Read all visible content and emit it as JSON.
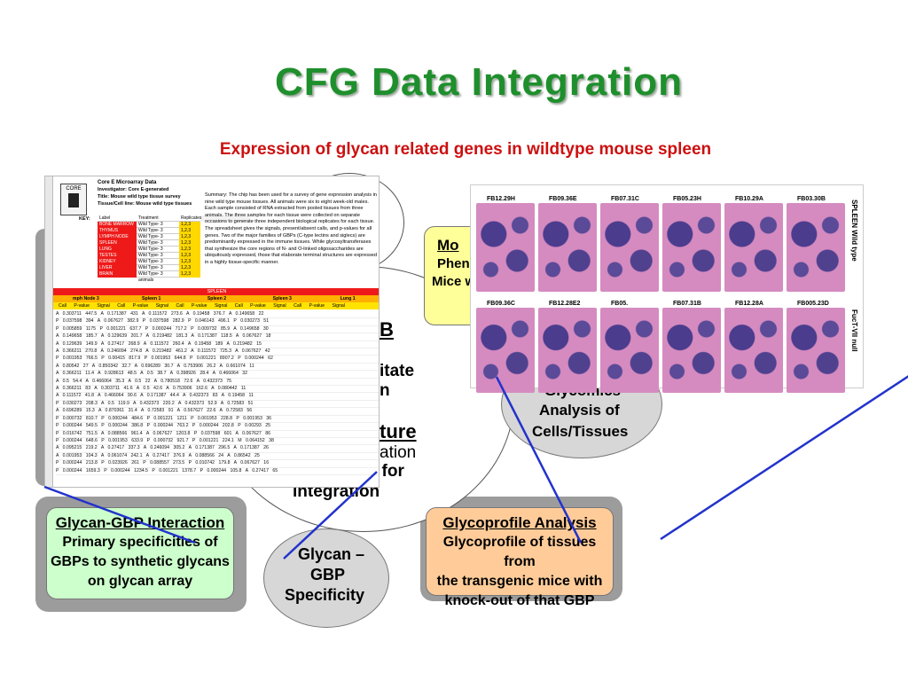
{
  "title": "CFG Data Integration",
  "subtitle": "Expression of glycan related genes in wildtype mouse spleen",
  "circle_text": {
    "b_fragment": "B",
    "itate_fragment": "itate",
    "n_fragment": "n",
    "ture_fragment": "ture",
    "ation_fragment": "ation",
    "for_fragment": "/ for",
    "integration": "integration"
  },
  "mouse_box": {
    "line1": "Mo",
    "line2": "Phen",
    "line3": "Mice w"
  },
  "glycomics_oval": {
    "partial": "Glycomics",
    "line2": "Analysis of",
    "line3": "Cells/Tissues"
  },
  "glycan_gbp_box": {
    "heading": "Glycan-GBP Interaction",
    "body": [
      "Primary specificities of",
      "GBPs to synthetic glycans",
      "on glycan array"
    ]
  },
  "specificity_oval": {
    "lines": [
      "Glycan –",
      "GBP",
      "Specificity"
    ]
  },
  "glycoprofile_box": {
    "heading": "Glycoprofile Analysis",
    "body": [
      "Glycoprofile of tissues from",
      "the transgenic mice with",
      "knock-out of that GBP"
    ]
  },
  "spreadsheet": {
    "header_title": "Core E Microarray Data",
    "investigator": "Investigator:  Core E-generated",
    "title_line": "Title:  Mouse wild type tissue survey",
    "tissue_line": "Tissue/Cell line:  Mouse wild type tissues",
    "key_label": "KEY:",
    "key_headers": [
      "Label",
      "Treatment",
      "Replicates"
    ],
    "key_rows": [
      [
        "BONE MARROW",
        "Wild Type- 3 animals",
        "1,2,3"
      ],
      [
        "THYMUS",
        "Wild Type- 3 animals",
        "1,2,3"
      ],
      [
        "LYMPH NODE",
        "Wild Type- 3 animals",
        "1,2,3"
      ],
      [
        "SPLEEN",
        "Wild Type- 3 animals",
        "1,2,3"
      ],
      [
        "LUNG",
        "Wild Type- 3 animals",
        "1,2,3"
      ],
      [
        "TESTES",
        "Wild Type- 3 animals",
        "1,2,3"
      ],
      [
        "KIDNEY",
        "Wild Type- 3 animals",
        "1,2,3"
      ],
      [
        "LIVER",
        "Wild Type- 3 animals",
        "1,2,3"
      ],
      [
        "BRAIN",
        "Wild Type- 3 animals",
        "1,2,3"
      ]
    ],
    "summary": "Summary:  The chip has been used for a survey of gene expression analysis in nine wild type mouse tissues. All animals were six to eight week-old males. Each sample consisted of RNA extracted from pooled tissues from three animals. The three samples for each tissue were collected on separate occasions to generate three independent biological replicates for each tissue. The spreadsheet gives the signals, present/absent calls, and p-values for all genes. Two of the major families of GBPs (C-type lectins and siglecs) are predominantly expressed in the immune tissues. While glycosyltransferases that synthesize the core regions of N- and O-linked oligosaccharides are ubiquitously expressed, those that elaborate terminal structures are expressed in a highly tissue-specific manner.",
    "band_label": "SPLEEN",
    "group_headers": [
      "mph Node 3",
      "Spleen 1",
      "Spleen 2",
      "Spleen 3",
      "Lung 1"
    ],
    "column_headers": "Call  P-value  Signal  Call  P-value  Signal  Call  P-value  Signal  Call  P-value  Signal  Call  P-value  Signal",
    "rows": [
      "A  0.303711  447.5   A  0.171387  431    A  0.111572  273.6  A  0.19458  376.7  A  0.149658  22",
      "P  0.037598  394     A  0.067627  382.9  P  0.037598  282.9  P  0.046143  496.1  P  0.030273  51",
      "P  0.005859  1175    P  0.001221  637.7  P  0.000244  717.2  P  0.009732  85.9   A  0.149658  30",
      "A  0.149658  185.7   A  0.129639  201.7  A  0.219482  181.3  A  0.171387  118.5  A  0.067627  18",
      "A  0.129639  149.9   A  0.27417   268.9  A  0.111572  260.4  A  0.19458  189    A  0.219482  15",
      "A  0.366211  270.8   A  0.246094  274.8  A  0.219482  461.2  A  0.111572  725.3  A  0.067627  42",
      "P  0.001953  766.5   P  0.00415   817.9  P  0.001953  644.8  P  0.001221  8907.2 P  0.000244  62",
      "A  0.80542   27      A  0.850342  32.7   A  0.696289  30.7   A  0.753906  26.2   A  0.661074  11",
      "A  0.366211  11.4    A  0.928613  48.5   A  0.5      38.7   A  0.398926  28.4   A  0.466064  32",
      "A  0.5       54.4    A  0.466064  35.3   A  0.5      22     A  0.780518  72.6   A  0.432373  75",
      "A  0.366211  83      A  0.303711  41.6   A  0.5      42.6   A  0.753906  162.6  A  0.080442  11",
      "A  0.111572  41.8    A  0.466064  90.6   A  0.171387  44.4   A  0.432373  83    A  0.19458  11",
      "P  0.030273  208.3   A  0.5       119.9  A  0.432373  220.2  A  0.432373  52.9   A  0.72583  51",
      "A  0.696289  15.3    A  0.870361  31.4   A  0.72583  91     A  0.567627  22.6   A  0.72583  56",
      "P  0.000732  810.7   P  0.000244  484.6  P  0.001221  1211   P  0.001953  228.8  P  0.001953  36",
      "P  0.000244  549.5   P  0.000244  386.8  P  0.000244  763.2  P  0.000244  202.8  P  0.00293  25",
      "P  0.016742  751.5   A  0.088566  961.4  A  0.067627  1203.8 P  0.037598  601   A  0.067627  86",
      "P  0.000244  648.6   P  0.001953  633.9  P  0.000732  921.7  P  0.001221  224.1  M  0.064152  38",
      "A  0.095215  219.2   A  0.27417   337.3  A  0.246094  305.2  A  0.171387  296.5  A  0.171387  26",
      "A  0.001953  104.3   A  0.061074  242.1  A  0.27417  376.9  A  0.088566  24     A  0.86542  25",
      "P  0.000244  213.8   P  0.023926  261    P  0.088557  273.5  P  0.010742  179.8  A  0.067627  16",
      "P  0.000244  1659.3  P  0.000244  1234.5 P  0.001221  1378.7 P  0.000244  105.8  A  0.27417  65"
    ]
  },
  "histology": {
    "top_labels": [
      "FB12.29H",
      "FB09.36E",
      "FB07.31C",
      "FB05.23H",
      "FB10.29A",
      "FB03.30B"
    ],
    "bottom_labels": [
      "FB09.36C",
      "FB12.28E2",
      "FB05.",
      "FB07.31B",
      "FB12.28A",
      "FB005.23D"
    ],
    "side_label_top": "SPLEEN Wild type",
    "side_label_bottom": "FucT-VII null"
  },
  "colors": {
    "title": "#1e8f2c",
    "subtitle": "#cc1010",
    "mouse_box": "#ffff99",
    "glycan_box": "#ccffcc",
    "glycoprofile_box": "#ffcc99",
    "connector_line": "#2233cc"
  }
}
